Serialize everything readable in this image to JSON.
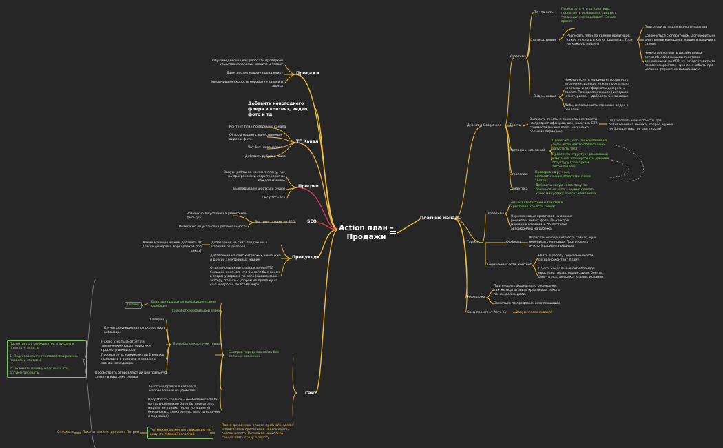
{
  "root": {
    "title": "Action план – Продажи"
  },
  "left": {
    "sales": {
      "title": "Продажи",
      "items": [
        "Обучаем девочку как работать проверкой качества обработки звонков и заявок",
        "Даем доступ новому продажнику",
        "Увеличиваем скорость обработки заявки и звонка"
      ]
    },
    "flyer": {
      "title": "Добавить новогоднего флера в контент, видео, фото и тд"
    },
    "tg": {
      "title": "ТГ Канал",
      "items": [
        "Контент план по ведению канала",
        "Обзоры машин с качественным видео и фото",
        "Чат-бот на вацап и тг",
        "Добавить рубрики лайф"
      ]
    },
    "warmup": {
      "title": "Прогрев",
      "items": [
        "Запуск рабты по контент плану, где на программами сторителлинг по каждой машине",
        "Выкладываем шортсы и рилсы",
        "Смс рассылка"
      ]
    },
    "seo": {
      "title": "SEO",
      "sub": "Быстрые правки по SEO",
      "items": [
        "Возможно ли установка умного seo фильтра?",
        "Возможно ли установка региональности?"
      ]
    },
    "product": {
      "title": "Продукция",
      "items": [
        "Добавление на сайт продукции в наличии от дилеров",
        "Добавление на сайт китайских, немецкий и других электронных машин",
        "Отдельно выделить оформление ПТС большой кнопкой, что бы сайт был похож в сторону сервиса по авто (минимизмий авто ру, только с упором на продажу из сша и европы, по всему миру)"
      ],
      "question": "Какие машины можем добавить от других дилеров с маркировкой под заказ?"
    },
    "site": {
      "title": "Сайт",
      "quick": "Быстрая переделка сайта без сильных вложений",
      "done_label": "Готово",
      "fixes": "Быстрые правки по коэффициентам и ошибкам",
      "mobile": "Проработка мобильной версии",
      "card": "Проработка карточки товара",
      "card_items": [
        "Галерея",
        "Изучить функционал со скоростью в вебвизоре",
        "Нужно узнать смотрят ли технические характеристики, просмотр вебвизора",
        "Просмотреть, нажимают ли 2 кнопки позвонить в ацуруми и заказать звонок менеджера",
        "Просмотреть отправляют ли центральную заявку в карточке товара"
      ],
      "card_note": "Посмотреть у конкурентов и avito.ru и drom.ru + avito.ru\n\n1. Подготовить тз текстовое с хирками и правками списком.\n\n2. Поломить почему надо быть это, аргументировать.",
      "catalog": "Быстрые правки в каталога, направленные на удобство",
      "main_page": "Проработка главной – необходимо что бы на главной можно было бы посмотреть модели не только тесла, но и других бензиновых, электронных авто (в наличии и под заказ).",
      "designer": "Поиск дизайнера, оплата пробной недели и подготовка прототипов нового сайта, совсем нового. Возможно несколько спецов взять сразу в работу.",
      "aside": "Тут можно разместить вакансию на акаунте МосковТеслаКлаб",
      "postponed": "Отложили",
      "postponed_note": "Пока отложили, делаем с Петром"
    }
  },
  "right": {
    "paid": "Платные каналы",
    "direct": {
      "title": "Директ и Google ads",
      "creatives": {
        "title": "Креативы",
        "what": {
          "label": "Те что есть",
          "note": "Посмотреть что за креативы, посмотреть офферы на предмет \"подходит, не подходит\". За все время."
        },
        "static": {
          "label": "Статика, новая",
          "plan": "Расписать план по съемке креативов, какие нужны и в каких форматах. План на каждую машину.",
          "items": [
            "Подготовить тз для видео оператора",
            "Созвониться с оператором, договорить не дни съемки камерам и машин в наличии в салоне",
            "Нужно подготовить дизайн новых автомобилей с новыми текстами, основанными на УТП, ну и подготовить тз по всем форматам, нужно не забыть про наличие форматы в мобильниках."
          ]
        },
        "video": {
          "label": "Видео, новые",
          "items": [
            "Нужно отснять машины которые есть в наличии, дальше нужно порезать на креативы и все форматы для рсяи и таргет. По моделям машин (интерьер и экстерьер). + добавить бензиновые",
            "Либо, использовать стоковые видео в рекламе"
          ]
        }
      },
      "texts": {
        "label": "Тексты",
        "note": "Выписать тексты и сравнить все тексты на предмет офферов, цен, наличие, CTR, стоимости (нужно взять несколько больших периодов)",
        "next": "Подготовить новые тексты для объявлений на поиске. Вопрос, нужно ли больше текстов для текста?"
      },
      "settings": {
        "label": "Настройки кампаний",
        "items": [
          "Проверить, есть ли компании на лиды, если нет то обязательно запустить тест.",
          "Проверить структуру рекламный кампаний, отминусовать дублике структуру (по маркам автомобилей)"
        ]
      },
      "strategy": {
        "label": "Стратегии",
        "note": "Проверка на ручные, автоматические стратегии после тестов."
      },
      "semantics": {
        "label": "Семантика",
        "note": "Добавить новую семантику по бензиновым авто + нужно сделать кросс минусовку во всех кампаниях"
      }
    },
    "target": {
      "title": "Таргет",
      "creatives": {
        "label": "Креативы",
        "items": [
          "Анализ статистики и текстов в креативах что есть сейчас",
          "Нарезка новые креативов на основе роликов и новых фото. По каждой машине в наличии + по доставке автомобилей на рубежа."
        ]
      },
      "offers": {
        "label": "Офферы",
        "note": "Выписать офферы что есть сейчас, ну и переписать на новые. Подготовить нужно 3 варианта оффера."
      },
      "social": {
        "label": "Социальные сети, контент",
        "items": [
          "Взять в работу социальные сети, согласно контент плану.",
          "Гонуть социальные сети брендов мерседес, тесла, порше, ауди, бентли, бмв – в мск, америке, италии, испании"
        ]
      }
    },
    "referral": {
      "label": "Рефералка",
      "items": [
        "Подготовить форматы по рефералке, так же подготовить креативы и тексты по каждой модели.",
        "Связаться по предложениям площадок."
      ]
    },
    "avito": {
      "label": "Спец проект от Авто ру",
      "note": "Запуск после января!"
    }
  }
}
